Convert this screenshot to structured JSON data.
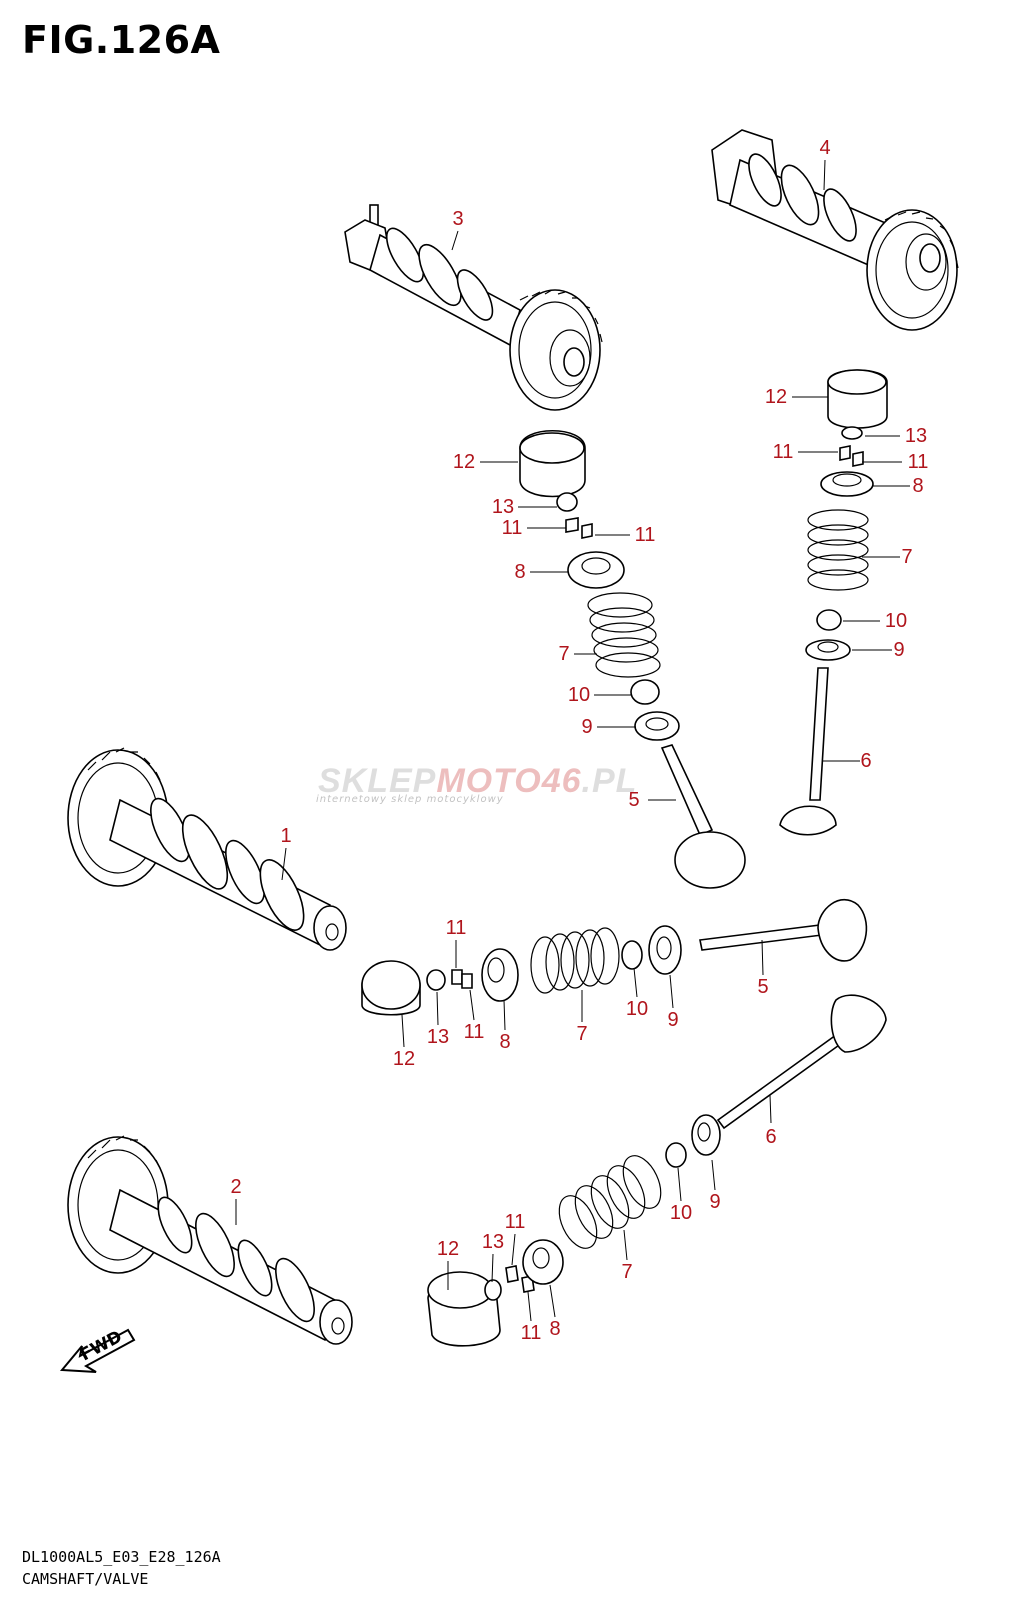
{
  "figure": {
    "title": "FIG.126A",
    "model_code": "DL1000AL5_E03_E28_126A",
    "section_title": "CAMSHAFT/VALVE"
  },
  "watermark": {
    "brand_part1": "SKLEP",
    "brand_part2": "MOTO46",
    "domain": ".PL",
    "tagline": "internetowy sklep motocyklowy"
  },
  "direction_marker": {
    "label": "FWD"
  },
  "callouts": [
    "1",
    "2",
    "3",
    "4",
    "5",
    "5",
    "6",
    "6",
    "7",
    "7",
    "7",
    "7",
    "8",
    "8",
    "8",
    "8",
    "9",
    "9",
    "9",
    "9",
    "10",
    "10",
    "10",
    "10",
    "11",
    "11",
    "11",
    "11",
    "11",
    "11",
    "11",
    "11",
    "12",
    "12",
    "12",
    "12",
    "13",
    "13",
    "13",
    "13"
  ],
  "colors": {
    "callout": "#b0151c",
    "line": "#000000",
    "background": "#ffffff"
  }
}
